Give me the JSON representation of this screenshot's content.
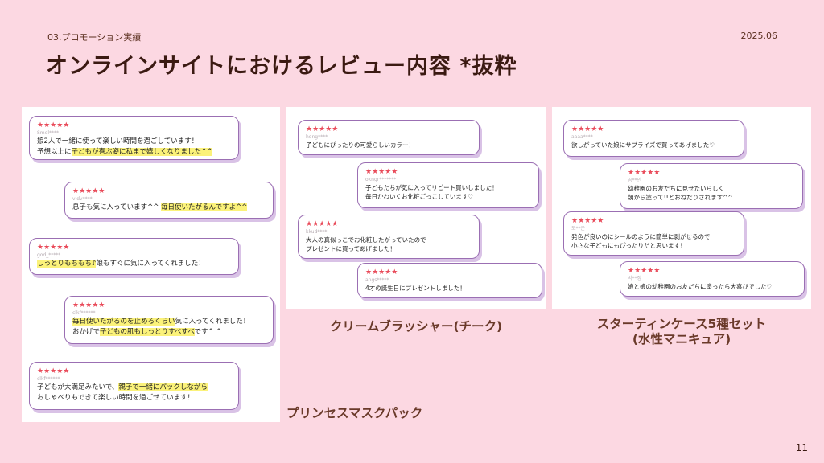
{
  "header": {
    "section": "03.プロモーション実績",
    "date": "2025.06",
    "title": "オンラインサイトにおけるレビュー内容 *抜粋"
  },
  "page_number": "11",
  "colors": {
    "background": "#fcd8e2",
    "bubble_border": "#9b6fb3",
    "star": "#e94b5a",
    "highlight": "#fbf27a"
  },
  "panels": [
    {
      "caption": "プリンセスマスクパック",
      "reviews": [
        {
          "stars": "★★★★★",
          "user": "Smel****",
          "line1": [
            {
              "t": "娘2人で一緒に使って楽しい時間を過ごしています！"
            }
          ],
          "line2": [
            {
              "t": "予想以上に"
            },
            {
              "t": "子どもが喜ぶ姿に私まで嬉しくなりました^^",
              "hl": true
            }
          ]
        },
        {
          "stars": "★★★★★",
          "user": "vldv****",
          "line1": [
            {
              "t": "息子も気に入っています^^ "
            },
            {
              "t": "毎日使いたがるんですよ^^",
              "hl": true
            }
          ]
        },
        {
          "stars": "★★★★★",
          "user": "god_*****",
          "line1": [
            {
              "t": "しっとりもちもち♪",
              "hl": true
            },
            {
              "t": "娘もすぐに気に入ってくれました！"
            }
          ]
        },
        {
          "stars": "★★★★★",
          "user": "clkf******",
          "line1": [
            {
              "t": "毎日使いたがるのを止めるくらい",
              "hl": true
            },
            {
              "t": "気に入ってくれました！"
            }
          ],
          "line2": [
            {
              "t": "おかげで"
            },
            {
              "t": "子どもの肌もしっとりすべすべ",
              "hl": true
            },
            {
              "t": "です^ ^"
            }
          ]
        },
        {
          "stars": "★★★★★",
          "user": "clkf******",
          "line1": [
            {
              "t": "子どもが大満足みたいで、"
            },
            {
              "t": "親子で一緒にパックしながら",
              "hl": true
            }
          ],
          "line2": [
            {
              "t": "おしゃべりもできて楽しい時間を過ごせています！"
            }
          ]
        }
      ]
    },
    {
      "caption": "クリームブラッシャー(チーク)",
      "reviews": [
        {
          "stars": "★★★★★",
          "user": "hong****",
          "line1": [
            {
              "t": "子どもにぴったりの可愛らしいカラー！"
            }
          ]
        },
        {
          "stars": "★★★★★",
          "user": "okngr*******",
          "line1": [
            {
              "t": "子どもたちが気に入ってリピート買いしました！"
            }
          ],
          "line2": [
            {
              "t": "毎日かわいくお化粧ごっこしています♡"
            }
          ]
        },
        {
          "stars": "★★★★★",
          "user": "kkud****",
          "line1": [
            {
              "t": "大人の真似っこでお化粧したがっていたので"
            }
          ],
          "line2": [
            {
              "t": "プレゼントに買ってあげました！"
            }
          ]
        },
        {
          "stars": "★★★★★",
          "user": "angs*****",
          "line1": [
            {
              "t": "4才の誕生日にプレゼントしました！"
            }
          ]
        }
      ]
    },
    {
      "caption": "スターティンケース5種セット\n(水性マニキュア)",
      "reviews": [
        {
          "stars": "★★★★★",
          "user": "aaaa****",
          "line1": [
            {
              "t": "欲しがっていた娘にサプライズで買ってあげました♡"
            }
          ]
        },
        {
          "stars": "★★★★★",
          "user": "곰**인",
          "line1": [
            {
              "t": "幼稚園のお友だちに見せたいらしく"
            }
          ],
          "line2": [
            {
              "t": "朝から塗って!!とおねだりされます^^"
            }
          ]
        },
        {
          "stars": "★★★★★",
          "user": "모**은",
          "line1": [
            {
              "t": "発色が良いのにシールのように簡単に剥がせるので"
            }
          ],
          "line2": [
            {
              "t": "小さな子どもにもぴったりだと思います！"
            }
          ]
        },
        {
          "stars": "★★★★★",
          "user": "박**정",
          "line1": [
            {
              "t": "娘と娘の幼稚園のお友だちに塗ったら大喜びでした♡"
            }
          ]
        }
      ]
    }
  ]
}
